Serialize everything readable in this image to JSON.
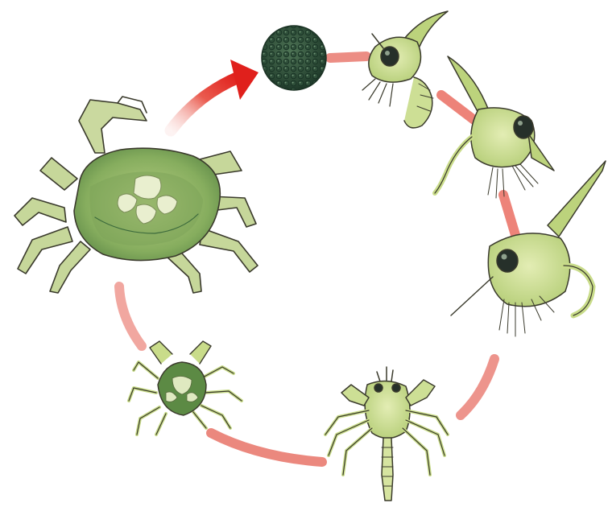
{
  "diagram": {
    "type": "life-cycle",
    "subject": "crab",
    "stages": [
      {
        "id": "adult-crab",
        "icon": "adult-crab-icon"
      },
      {
        "id": "egg-mass",
        "icon": "egg-mass-icon"
      },
      {
        "id": "zoea-larva-early",
        "icon": "zoea-larva-icon"
      },
      {
        "id": "zoea-larva-mid",
        "icon": "zoea-larva-icon"
      },
      {
        "id": "zoea-larva-late",
        "icon": "zoea-larva-icon"
      },
      {
        "id": "megalopa-larva",
        "icon": "megalopa-icon"
      },
      {
        "id": "juvenile-crab",
        "icon": "juvenile-crab-icon"
      }
    ],
    "flow": "clockwise",
    "text_labels": []
  },
  "colors": {
    "arrow": "#e0201c",
    "arrow_fade": "#f4b6b0",
    "crab_body": "#c6d79a",
    "crab_shade": "#7ea45a",
    "crab_dark": "#3c6a3c",
    "outline": "#3a3a2c",
    "egg": "#2f4e3a",
    "larva": "#cddf95",
    "eye": "#26302a"
  }
}
